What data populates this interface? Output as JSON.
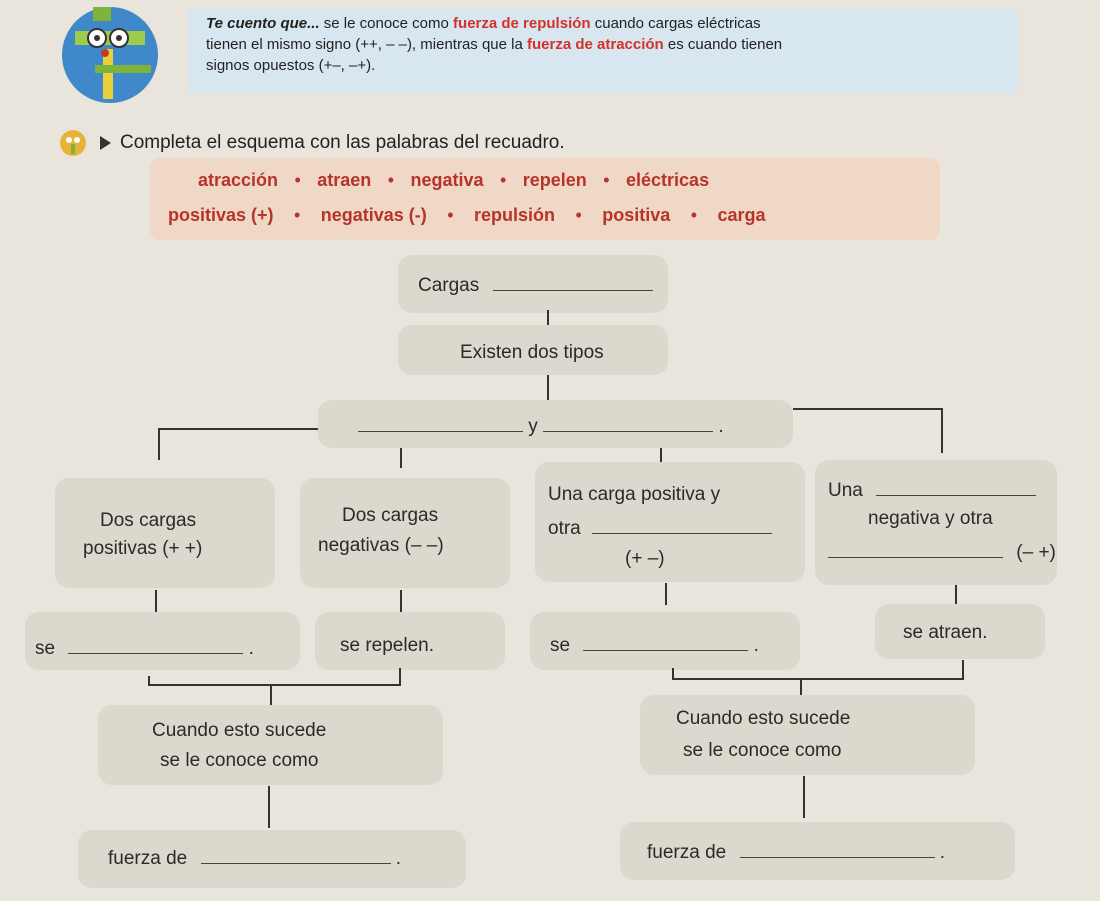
{
  "header": {
    "lead": "Te cuento que...",
    "text_1": " se le conoce como ",
    "highlight_1": "fuerza de repulsión",
    "text_2": " cuando cargas eléctricas",
    "line_2a": "tienen el mismo signo (++, – –), mientras que la ",
    "highlight_2": "fuerza de atracción",
    "line_2b": " es cuando tienen",
    "line_3": "signos opuestos (+–, –+)."
  },
  "instruction": "Completa el esquema con las palabras del recuadro.",
  "word_bank": {
    "row1": [
      "atracción",
      "atraen",
      "negativa",
      "repelen",
      "eléctricas"
    ],
    "row2": [
      "positivas (+)",
      "negativas (-)",
      "repulsión",
      "positiva",
      "carga"
    ],
    "separator": "•"
  },
  "diagram": {
    "cargas": "Cargas",
    "existen": "Existen dos tipos",
    "y": "y",
    "period": ".",
    "case1": {
      "line1": "Dos cargas",
      "line2": "positivas (+ +)"
    },
    "case2": {
      "line1": "Dos cargas",
      "line2": "negativas (– –)"
    },
    "case3": {
      "line1": "Una carga positiva y",
      "line2": "otra",
      "line3": "(+ –)"
    },
    "case4": {
      "line1": "Una",
      "line2": "negativa y otra",
      "line3": "(– +)"
    },
    "r1_se": "se",
    "r2": "se repelen.",
    "r3_se": "se",
    "r4": "se atraen.",
    "cuando_line1": "Cuando esto sucede",
    "cuando_line2": "se le conoce como",
    "fuerza_de": "fuerza de"
  },
  "colors": {
    "accent_red": "#d3312a",
    "header_bg": "#d8e6ef",
    "word_bank_bg": "#f0d8c6",
    "box_bg": "#dcd8cd"
  }
}
